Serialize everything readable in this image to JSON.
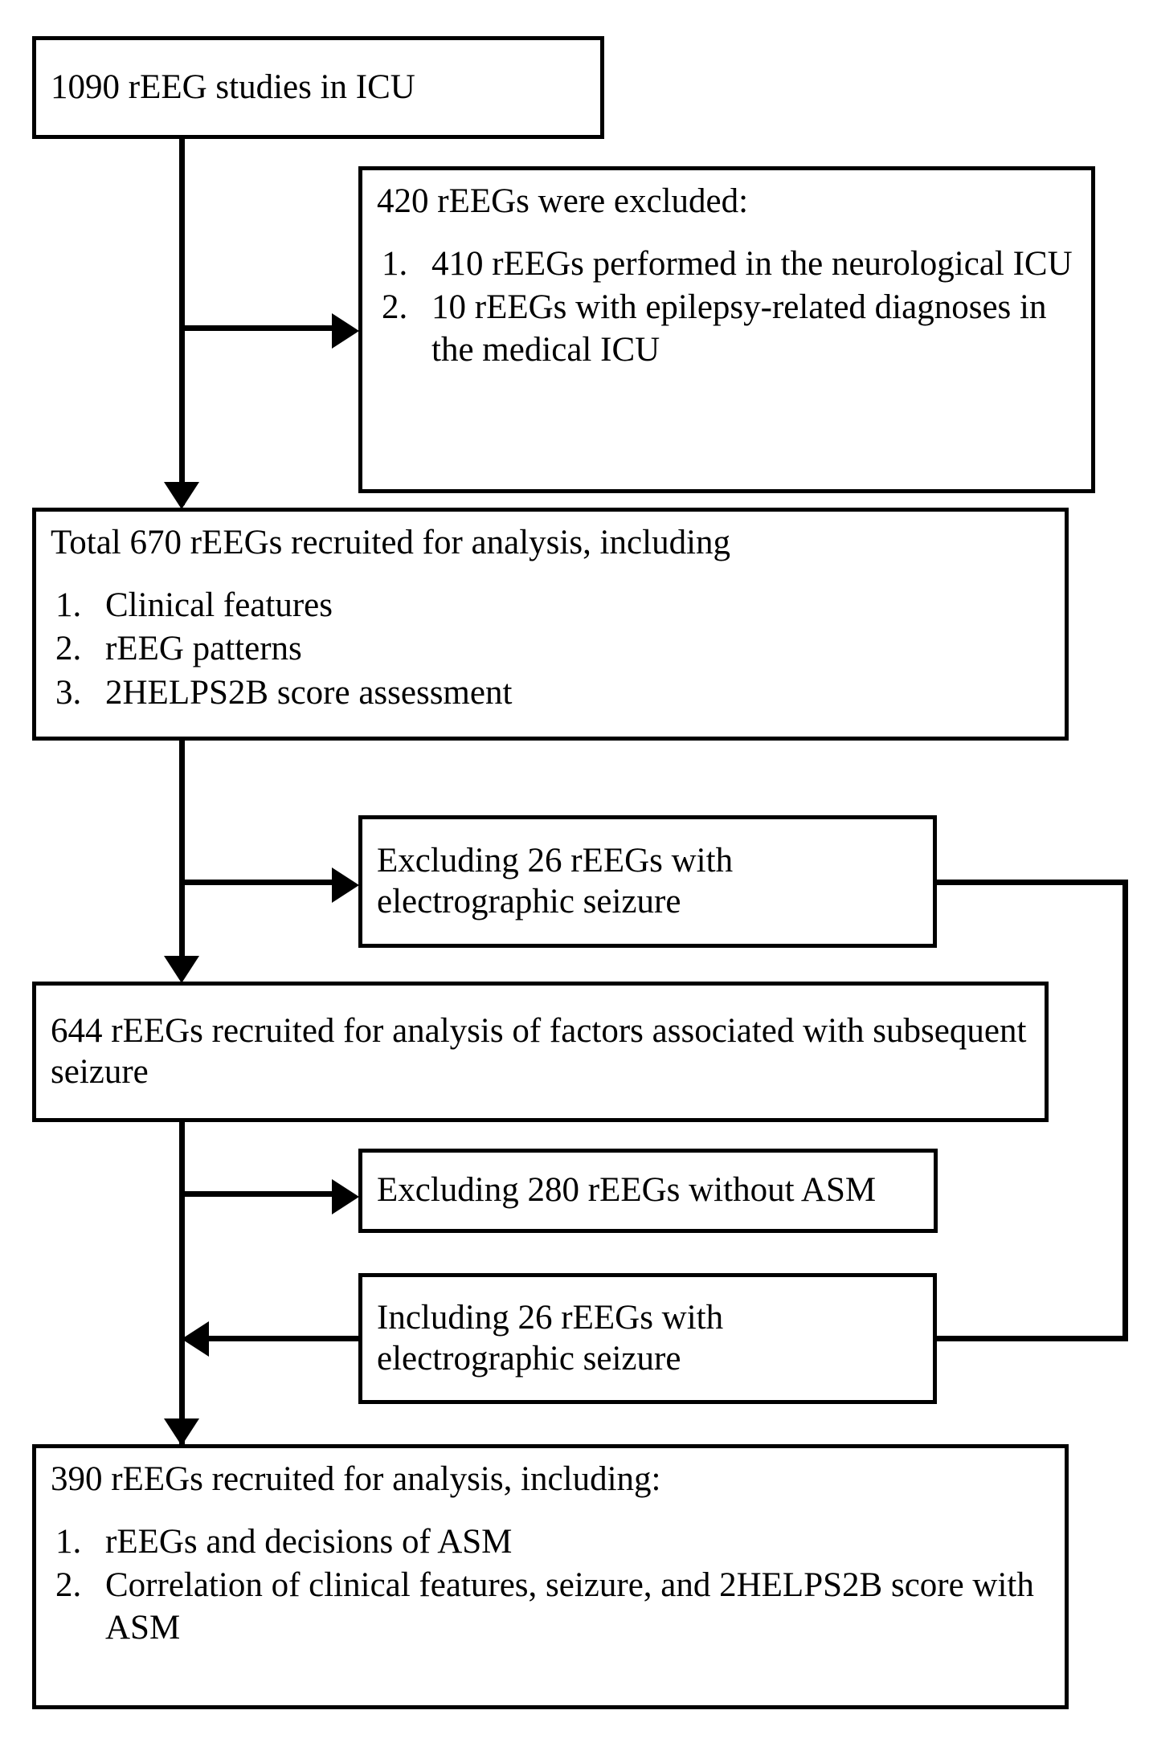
{
  "figure": {
    "type": "flowchart",
    "orientation": "top-to-bottom",
    "nodes": {
      "n1": {
        "id": "total-screened",
        "headline": "1090 rEEG studies in ICU"
      },
      "n2": {
        "id": "excluded-420",
        "headline": "420 rEEGs were excluded:",
        "items": [
          {
            "num": "1.",
            "text": "410 rEEGs performed in the neurological ICU"
          },
          {
            "num": "2.",
            "text": "10 rEEGs with epilepsy-related diagnoses in the medical ICU"
          }
        ]
      },
      "n3": {
        "id": "recruited-670",
        "headline": "Total 670 rEEGs recruited for analysis, including",
        "items": [
          {
            "num": "1.",
            "text": "Clinical features"
          },
          {
            "num": "2.",
            "text": "rEEG patterns"
          },
          {
            "num": "3.",
            "text": "2HELPS2B score assessment"
          }
        ]
      },
      "n4": {
        "id": "excluding-26-seizure",
        "headline": "Excluding 26 rEEGs with electrographic seizure"
      },
      "n5": {
        "id": "recruited-644",
        "headline": "644 rEEGs recruited for analysis of factors associated with subsequent seizure"
      },
      "n6": {
        "id": "excluding-280-no-asm",
        "headline": "Excluding 280 rEEGs without ASM"
      },
      "n7": {
        "id": "including-26-seizure",
        "headline": "Including 26 rEEGs with electrographic seizure"
      },
      "n8": {
        "id": "recruited-390",
        "headline": "390 rEEGs recruited for analysis, including:",
        "items": [
          {
            "num": "1.",
            "text": "rEEGs and decisions of ASM"
          },
          {
            "num": "2.",
            "text": "Correlation of clinical features, seizure, and 2HELPS2B score with ASM"
          }
        ]
      }
    },
    "colors": {
      "stroke": "#000000",
      "fill": "#ffffff",
      "text": "#000000"
    }
  }
}
